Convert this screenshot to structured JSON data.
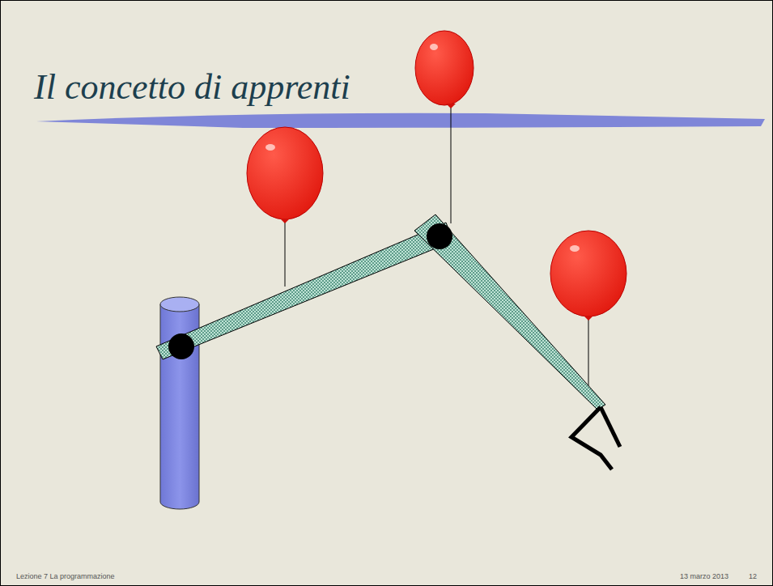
{
  "diagram": {
    "title": "Il concetto di apprenti",
    "labels": [
      "Lezione 7 La programmazione",
      "13 marzo 2013",
      "12"
    ]
  }
}
